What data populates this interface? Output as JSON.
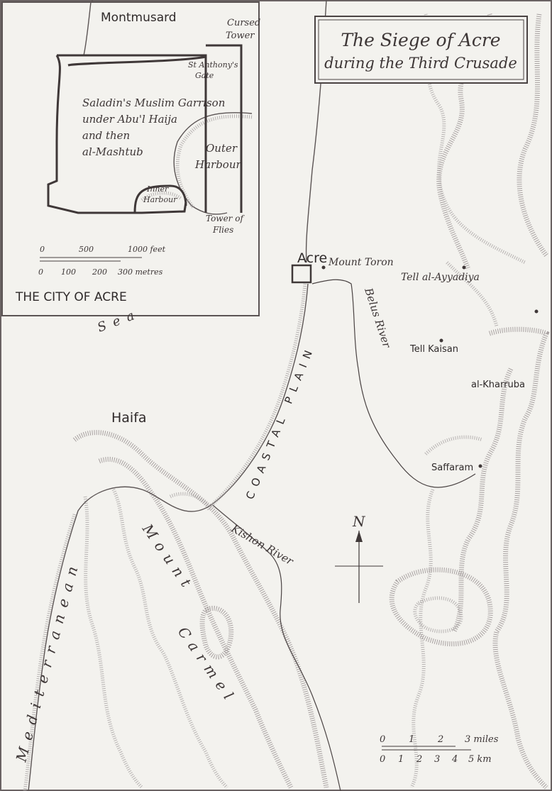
{
  "title": {
    "line1": "The Siege of Acre",
    "line2": "during the Third Crusade"
  },
  "inset": {
    "heading": "THE CITY OF ACRE",
    "places": {
      "montmusard": "Montmusard",
      "cursed_tower_1": "Cursed",
      "cursed_tower_2": "Tower",
      "st_anthony_1": "St Anthony's",
      "st_anthony_2": "Gate",
      "garrison_1": "Saladin's Muslim Garrison",
      "garrison_2": "under Abu'l Haija",
      "garrison_3": "and then",
      "garrison_4": "al-Mashtub",
      "outer_harbour_1": "Outer",
      "outer_harbour_2": "Harbour",
      "inner_harbour_1": "Inner",
      "inner_harbour_2": "Harbour",
      "tower_flies_1": "Tower of",
      "tower_flies_2": "Flies"
    },
    "scale": {
      "feet_ticks": [
        "0",
        "500",
        "1000 feet"
      ],
      "metre_ticks": [
        "0",
        "100",
        "200",
        "300 metres"
      ]
    }
  },
  "places": {
    "acre": "Acre",
    "mount_toron": "Mount Toron",
    "tell_ayyadiya": "Tell al-Ayyadiya",
    "tell_kaisan": "Tell Kaisan",
    "al_kharruba": "al-Kharruba",
    "haifa": "Haifa",
    "saffaram": "Saffaram",
    "belus_river": "Belus River",
    "kishon_river": "Kishon River",
    "coastal_plain": "COASTAL PLAIN",
    "sea_1": "Sea",
    "sea_2": "Mediterranean",
    "mount_1": "Mount",
    "mount_2": "Carmel"
  },
  "north": "N",
  "scale": {
    "mile_ticks": [
      "0",
      "1",
      "2",
      "3 miles"
    ],
    "km_ticks": [
      "0",
      "1",
      "2",
      "3",
      "4",
      "5 km"
    ]
  }
}
